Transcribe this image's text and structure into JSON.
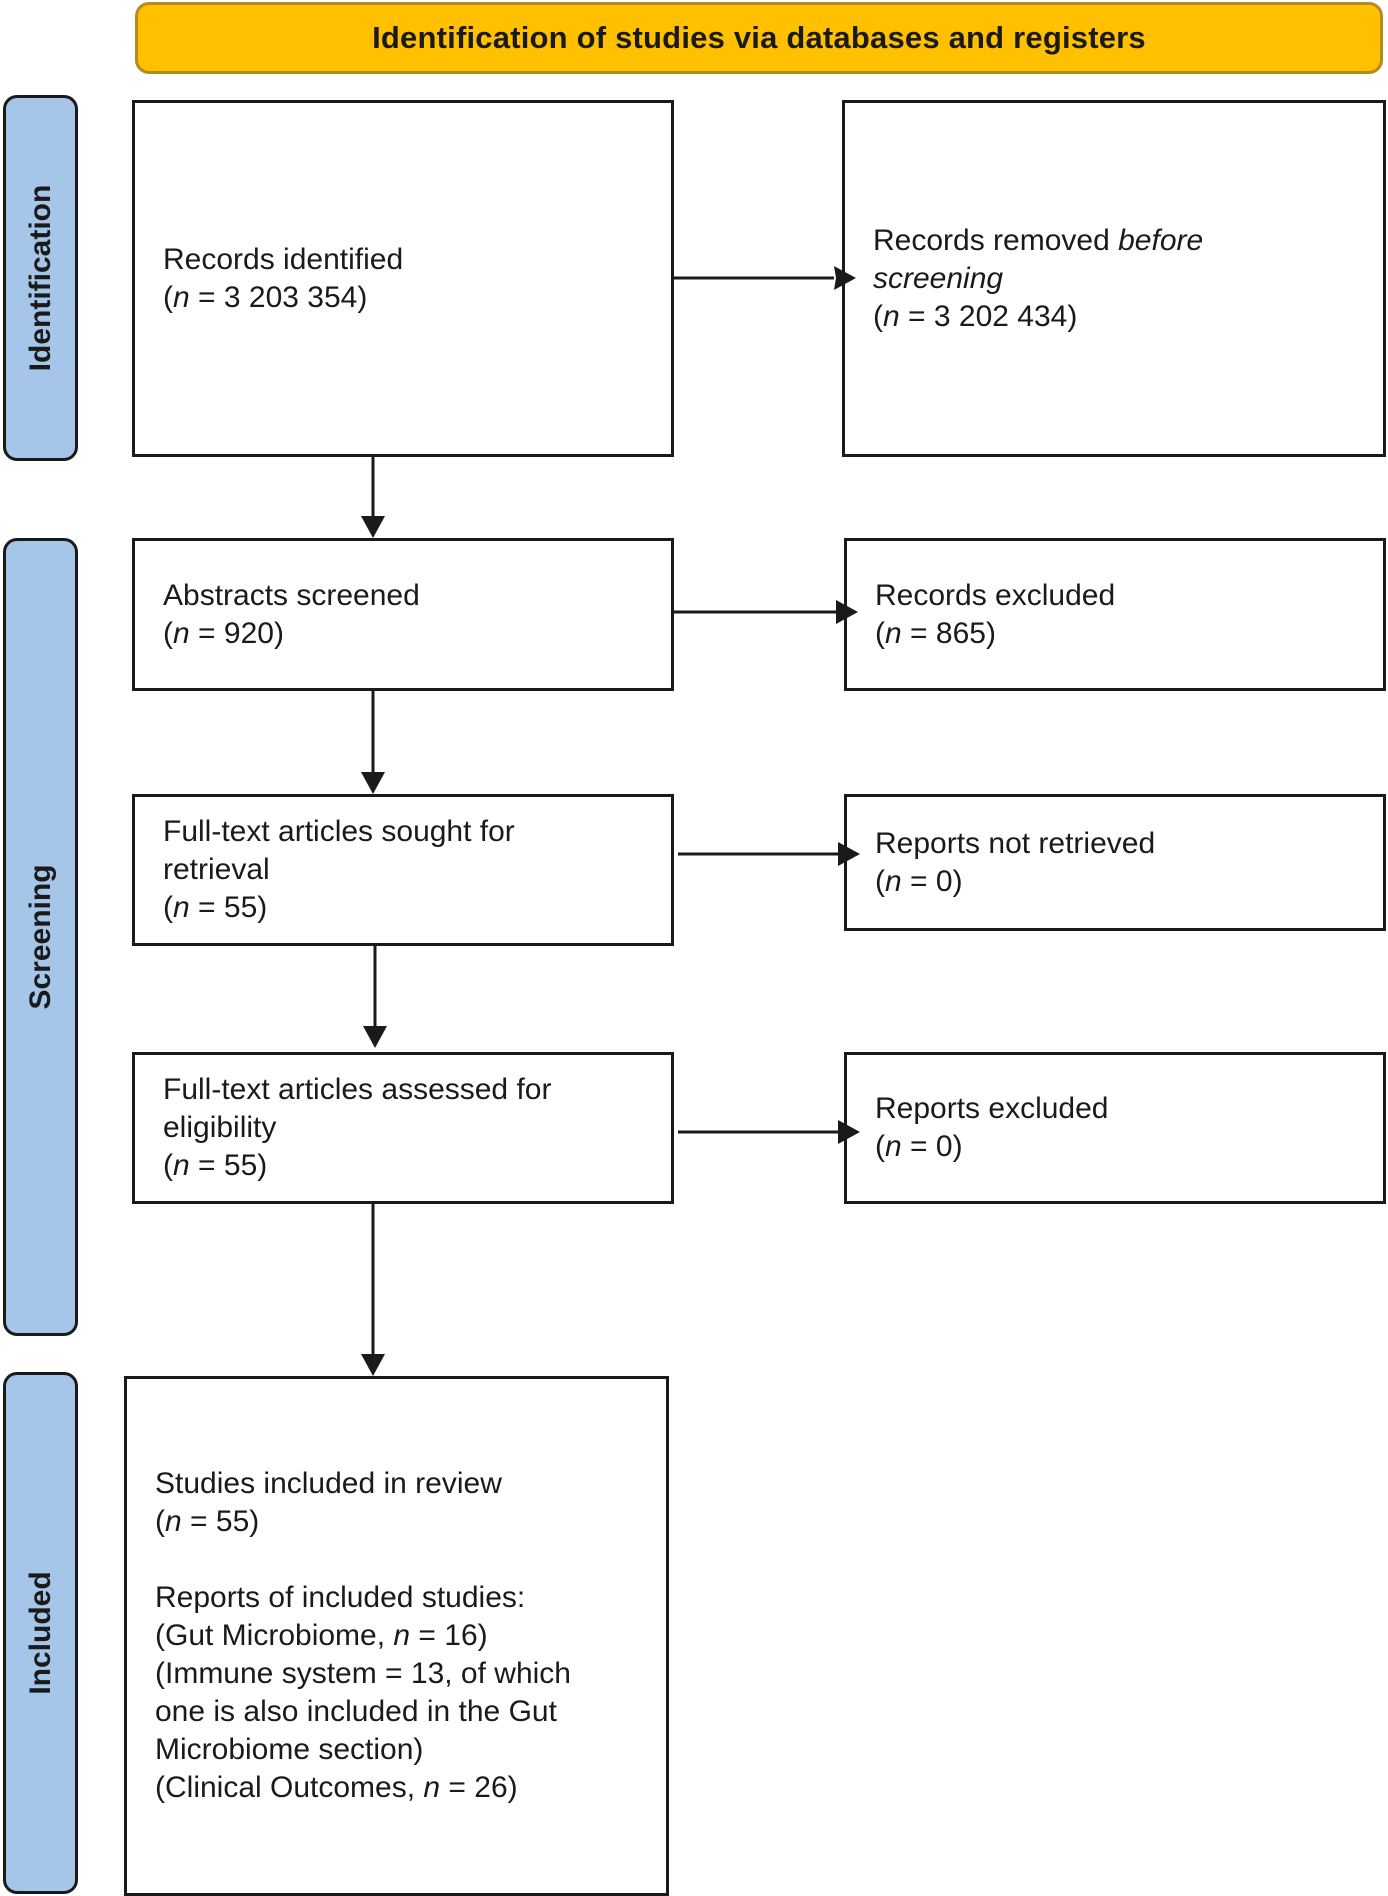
{
  "header": {
    "title": "Identification of studies via databases and registers"
  },
  "phases": {
    "identification": "Identification",
    "screening": "Screening",
    "included": "Included"
  },
  "identification": {
    "records_identified": {
      "label": "Records identified",
      "n": "3 203 354"
    },
    "records_removed": {
      "label_a": "Records removed",
      "label_b": "before",
      "label_c": "screening",
      "n": "3 202 434"
    }
  },
  "screening": {
    "abstracts": {
      "label": "Abstracts screened",
      "n": "920"
    },
    "records_excluded": {
      "label": "Records excluded",
      "n": "865"
    },
    "sought": {
      "label_a": "Full-text articles sought for",
      "label_b": "retrieval",
      "n": "55"
    },
    "not_retrieved": {
      "label": "Reports not retrieved",
      "n": "0"
    },
    "assessed": {
      "label_a": "Full-text articles assessed for",
      "label_b": "eligibility",
      "n": "55"
    },
    "reports_excluded": {
      "label": "Reports excluded",
      "n": "0"
    }
  },
  "included": {
    "studies": {
      "label": "Studies included in review",
      "n": "55"
    },
    "reports_heading": "Reports of included studies:",
    "gut": {
      "prefix": "(Gut Microbiome, ",
      "n": "16"
    },
    "immune_lines": [
      "(Immune system = 13, of which",
      "one is also included in the Gut",
      "Microbiome section)"
    ],
    "clinical": {
      "prefix": "(Clinical Outcomes, ",
      "n": "26"
    }
  }
}
